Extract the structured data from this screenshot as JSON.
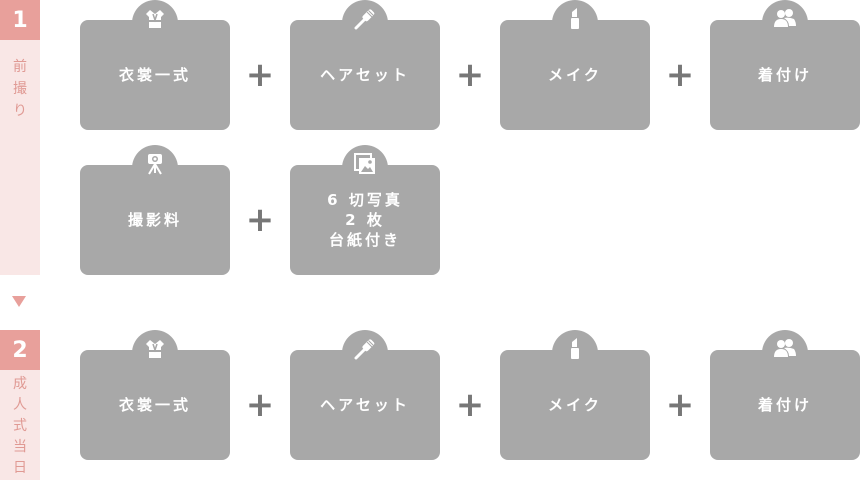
{
  "step1": {
    "number": "1",
    "label_chars": [
      "前",
      "撮",
      "り"
    ],
    "row1": [
      {
        "label": "衣裳一式",
        "icon": "kimono-icon"
      },
      {
        "label": "ヘアセット",
        "icon": "comb-icon"
      },
      {
        "label": "メイク",
        "icon": "lipstick-icon"
      },
      {
        "label": "着付け",
        "icon": "people-icon"
      }
    ],
    "row2": [
      {
        "label": "撮影料",
        "icon": "camera-tripod-icon"
      },
      {
        "label": "6 切写真\n2 枚\n台紙付き",
        "icon": "photo-icon"
      }
    ]
  },
  "step2": {
    "number": "2",
    "label_chars": [
      "成",
      "人",
      "式",
      "当",
      "日"
    ],
    "row1": [
      {
        "label": "衣裳一式",
        "icon": "kimono-icon"
      },
      {
        "label": "ヘアセット",
        "icon": "comb-icon"
      },
      {
        "label": "メイク",
        "icon": "lipstick-icon"
      },
      {
        "label": "着付け",
        "icon": "people-icon"
      }
    ]
  },
  "plus_symbol": "+",
  "colors": {
    "accent": "#e8a09b",
    "label_bg": "#f9e7e6",
    "card": "#a8a8a8",
    "plus": "#777777"
  }
}
